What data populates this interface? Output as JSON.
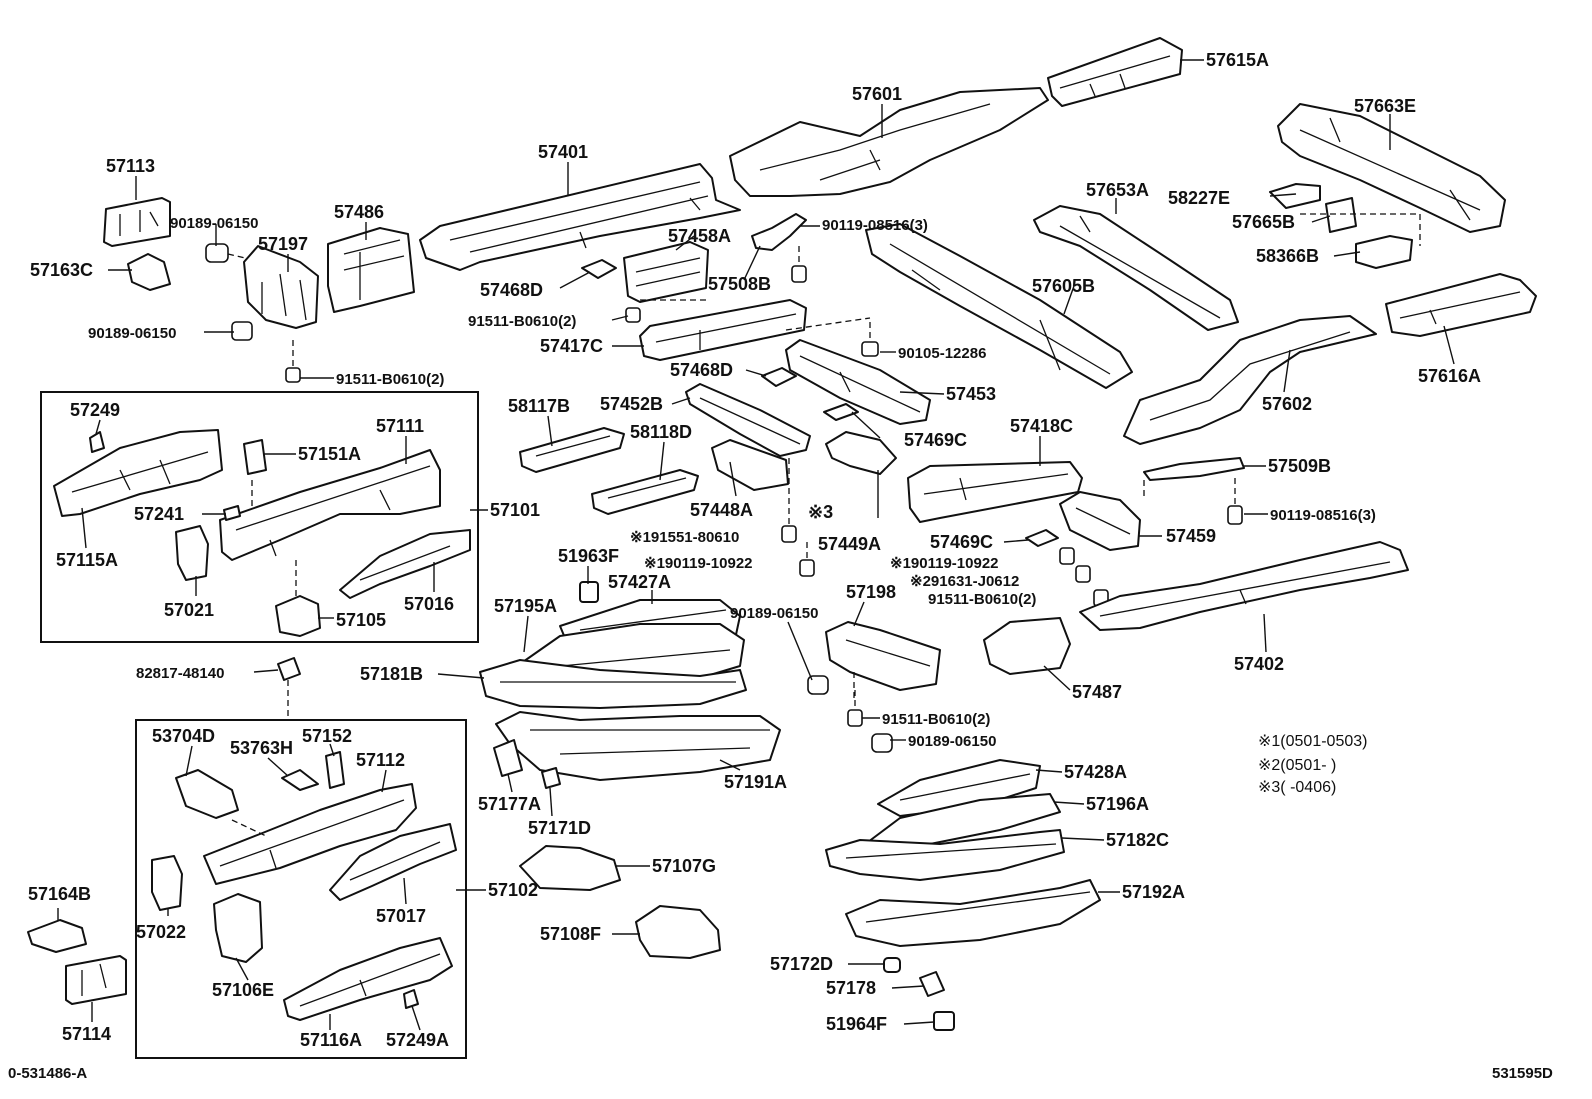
{
  "labels": {
    "p57615A": "57615A",
    "p57601": "57601",
    "p57663E": "57663E",
    "p57113": "57113",
    "p57401": "57401",
    "p90189_06150_a": "90189-06150",
    "p57197": "57197",
    "p57486": "57486",
    "p57653A": "57653A",
    "p58227E": "58227E",
    "p90119_08516_a": "90119-08516(3)",
    "p57665B": "57665B",
    "p57163C": "57163C",
    "p57458A": "57458A",
    "p57605B": "57605B",
    "p58366B": "58366B",
    "p57468D_a": "57468D",
    "p57508B": "57508B",
    "p90189_06150_b": "90189-06150",
    "p91511_b0610_a": "91511-B0610(2)",
    "p57417C": "57417C",
    "p90105_12286": "90105-12286",
    "p57616A": "57616A",
    "p91511_b0610_b": "91511-B0610(2)",
    "p57468D_b": "57468D",
    "p57453": "57453",
    "p57602": "57602",
    "p57249": "57249",
    "p58117B": "58117B",
    "p57452B": "57452B",
    "p57111": "57111",
    "p57469C_a": "57469C",
    "p58118D": "58118D",
    "p57418C": "57418C",
    "p57151A": "57151A",
    "p57509B": "57509B",
    "p57448A": "57448A",
    "p57101": "57101",
    "p57241": "57241",
    "p90119_08516_b": "90119-08516(3)",
    "x3_mark": "※3",
    "p57459": "57459",
    "p191551_80610": "※191551-80610",
    "p57449A": "57449A",
    "p57469C_b": "57469C",
    "p57115A": "57115A",
    "p51963F": "51963F",
    "p190119_10922_a": "※190119-10922",
    "p190119_10922_b": "※190119-10922",
    "p291631_j0612": "※291631-J0612",
    "p57427A": "57427A",
    "p57198": "57198",
    "p91511_b0610_c": "91511-B0610(2)",
    "p57021": "57021",
    "p57016": "57016",
    "p57195A": "57195A",
    "p90189_06150_c": "90189-06150",
    "p57105": "57105",
    "p57402": "57402",
    "p82817_48140": "82817-48140",
    "p57181B": "57181B",
    "p57487": "57487",
    "p91511_b0610_d": "91511-B0610(2)",
    "p53704D": "53704D",
    "p57152": "57152",
    "p53763H": "53763H",
    "p90189_06150_d": "90189-06150",
    "p57112": "57112",
    "p57191A": "57191A",
    "p57428A": "57428A",
    "p57177A": "57177A",
    "p57196A": "57196A",
    "p57171D": "57171D",
    "p57182C": "57182C",
    "p57107G": "57107G",
    "p57102": "57102",
    "p57022": "57022",
    "p57017": "57017",
    "p57164B": "57164B",
    "p57192A": "57192A",
    "p57108F": "57108F",
    "p57106E": "57106E",
    "p57172D": "57172D",
    "p57178": "57178",
    "p57114": "57114",
    "p57116A": "57116A",
    "p57249A": "57249A",
    "p51964F": "51964F"
  },
  "notes": {
    "n1": "※1(0501-0503)",
    "n2": "※2(0501-        )",
    "n3": "※3(        -0406)"
  },
  "footer": {
    "left": "0-531486-A",
    "right": "531595D"
  }
}
